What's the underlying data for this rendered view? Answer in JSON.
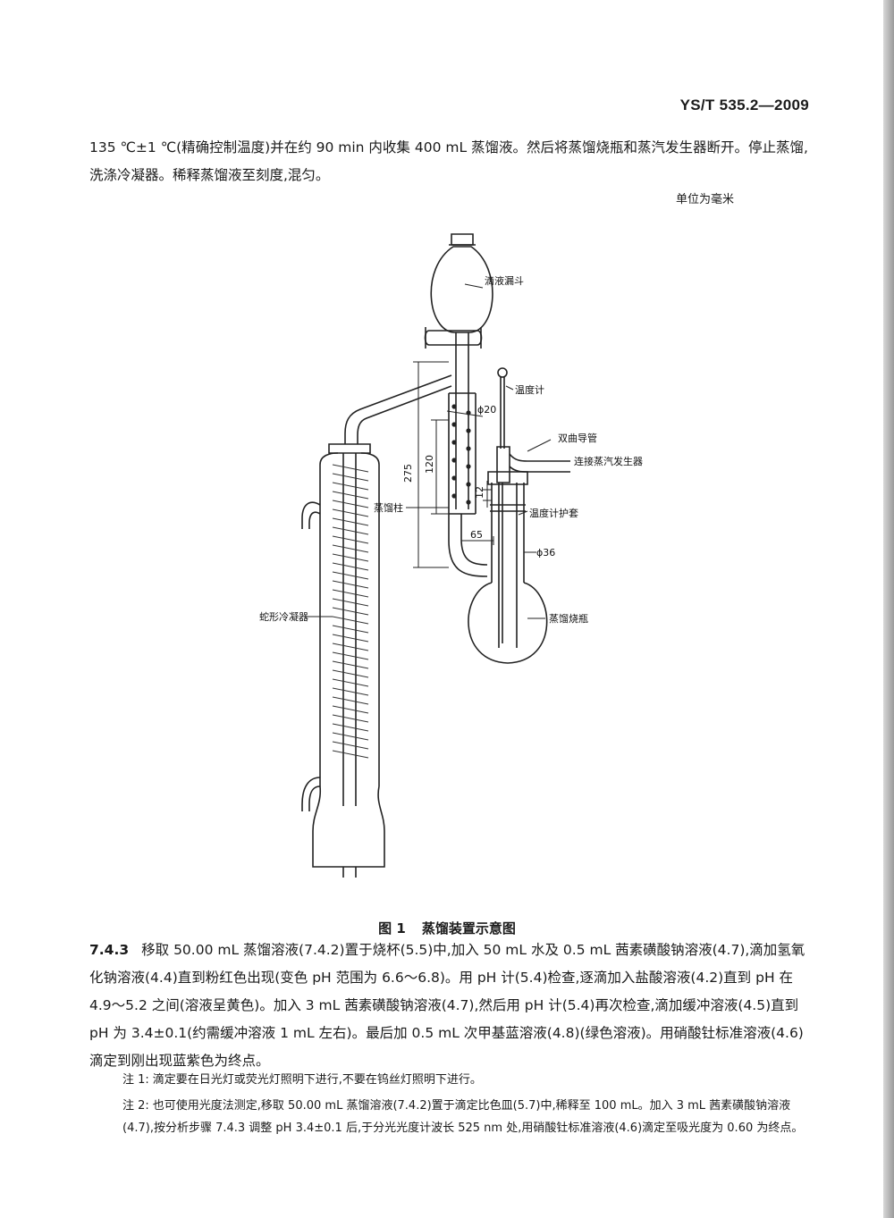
{
  "header": {
    "standard_number": "YS/T 535.2—2009"
  },
  "paragraph_top": "135 ℃±1 ℃(精确控制温度)并在约 90 min 内收集 400 mL 蒸馏液。然后将蒸馏烧瓶和蒸汽发生器断开。停止蒸馏,洗涤冷凝器。稀释蒸馏液至刻度,混匀。",
  "unit_note": "单位为毫米",
  "figure": {
    "labels": {
      "funnel": "滴液漏斗",
      "thermometer": "温度计",
      "double_bend_tube": "双曲导管",
      "connect_steam": "连接蒸汽发生器",
      "column": "蒸馏柱",
      "thermo_jacket": "温度计护套",
      "flask": "蒸馏烧瓶",
      "condenser": "蛇形冷凝器"
    },
    "dimensions": {
      "d20": "ϕ20",
      "h275": "275",
      "h120": "120",
      "h12": "12",
      "w65": "65",
      "d36": "ϕ36"
    },
    "caption_number": "图 1",
    "caption_title": "蒸馏装置示意图"
  },
  "section": {
    "number": "7.4.3",
    "text": "移取 50.00 mL 蒸馏溶液(7.4.2)置于烧杯(5.5)中,加入 50 mL 水及 0.5 mL 茜素磺酸钠溶液(4.7),滴加氢氧化钠溶液(4.4)直到粉红色出现(变色 pH 范围为 6.6～6.8)。用 pH 计(5.4)检查,逐滴加入盐酸溶液(4.2)直到 pH 在 4.9～5.2 之间(溶液呈黄色)。加入 3 mL 茜素磺酸钠溶液(4.7),然后用 pH 计(5.4)再次检查,滴加缓冲溶液(4.5)直到 pH 为 3.4±0.1(约需缓冲溶液 1 mL 左右)。最后加 0.5 mL 次甲基蓝溶液(4.8)(绿色溶液)。用硝酸钍标准溶液(4.6)滴定到刚出现蓝紫色为终点。"
  },
  "notes": [
    {
      "label": "注 1:",
      "text": "滴定要在日光灯或荧光灯照明下进行,不要在钨丝灯照明下进行。"
    },
    {
      "label": "注 2:",
      "text": "也可使用光度法测定,移取 50.00 mL 蒸馏溶液(7.4.2)置于滴定比色皿(5.7)中,稀释至 100 mL。加入 3 mL 茜素磺酸钠溶液(4.7),按分析步骤 7.4.3 调整 pH 3.4±0.1 后,于分光光度计波长 525 nm 处,用硝酸钍标准溶液(4.6)滴定至吸光度为 0.60 为终点。"
    }
  ]
}
